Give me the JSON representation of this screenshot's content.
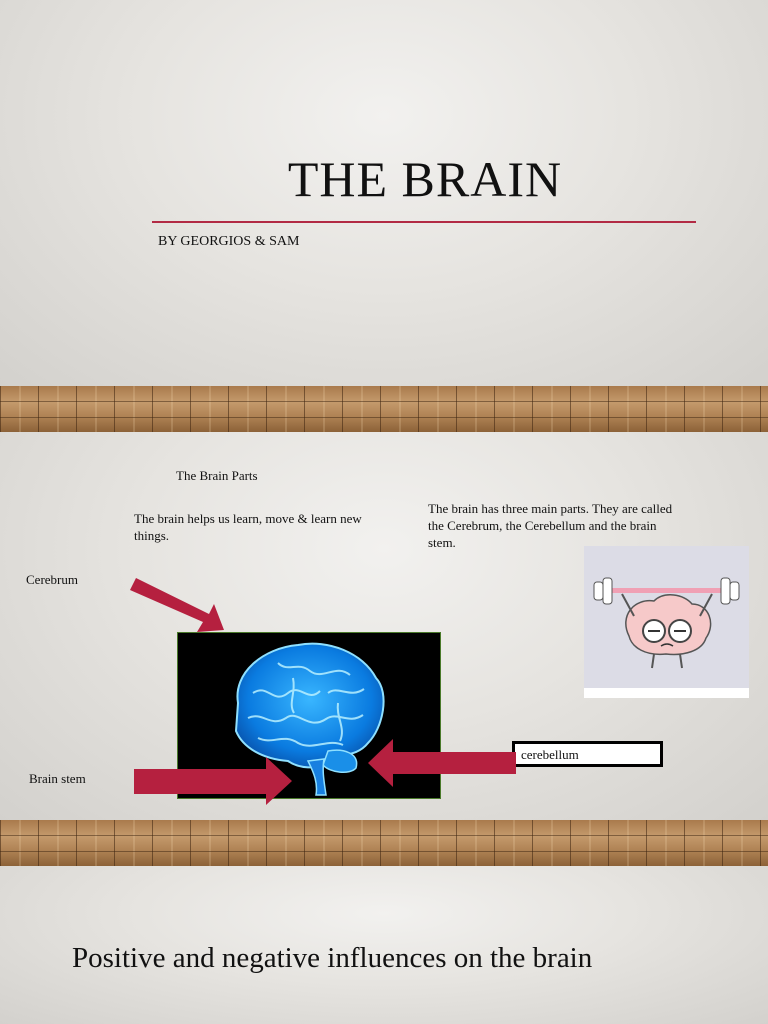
{
  "slide1": {
    "title": "THE BRAIN",
    "subtitle": "BY GEORGIOS & SAM",
    "accent_color": "#b22a44"
  },
  "slide2": {
    "heading": "The Brain Parts",
    "intro": "The brain helps us learn, move & learn new things.",
    "parts_text": "The brain has three main parts. They are called the Cerebrum, the Cerebellum and the brain stem.",
    "label_cerebrum": "Cerebrum",
    "label_brain_stem": "Brain stem",
    "label_cerebellum": "cerebellum",
    "arrow_color": "#b5203f"
  },
  "slide3": {
    "title": "Positive and negative influences on the brain"
  }
}
